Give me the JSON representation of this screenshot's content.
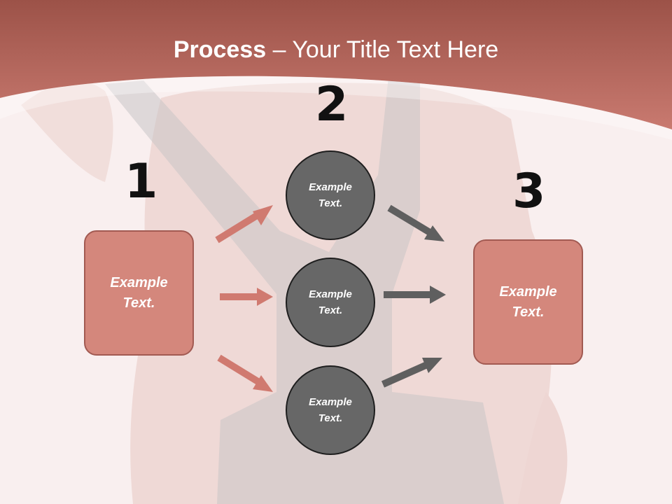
{
  "title": {
    "bold": "Process",
    "rest": " – Your Title Text Here"
  },
  "steps": {
    "one": "1",
    "two": "2",
    "three": "3"
  },
  "left_box": {
    "label": "Example\nText."
  },
  "circles": [
    {
      "label": "Example\nText."
    },
    {
      "label": "Example\nText."
    },
    {
      "label": "Example\nText."
    }
  ],
  "right_box": {
    "label": "Example\nText."
  },
  "colors": {
    "header": "#b9675e",
    "box_fill": "#d4877c",
    "box_border": "#a25a52",
    "circle_fill": "#676767",
    "arrow_pink": "#d07a70",
    "arrow_gray": "#5f5f5f"
  }
}
